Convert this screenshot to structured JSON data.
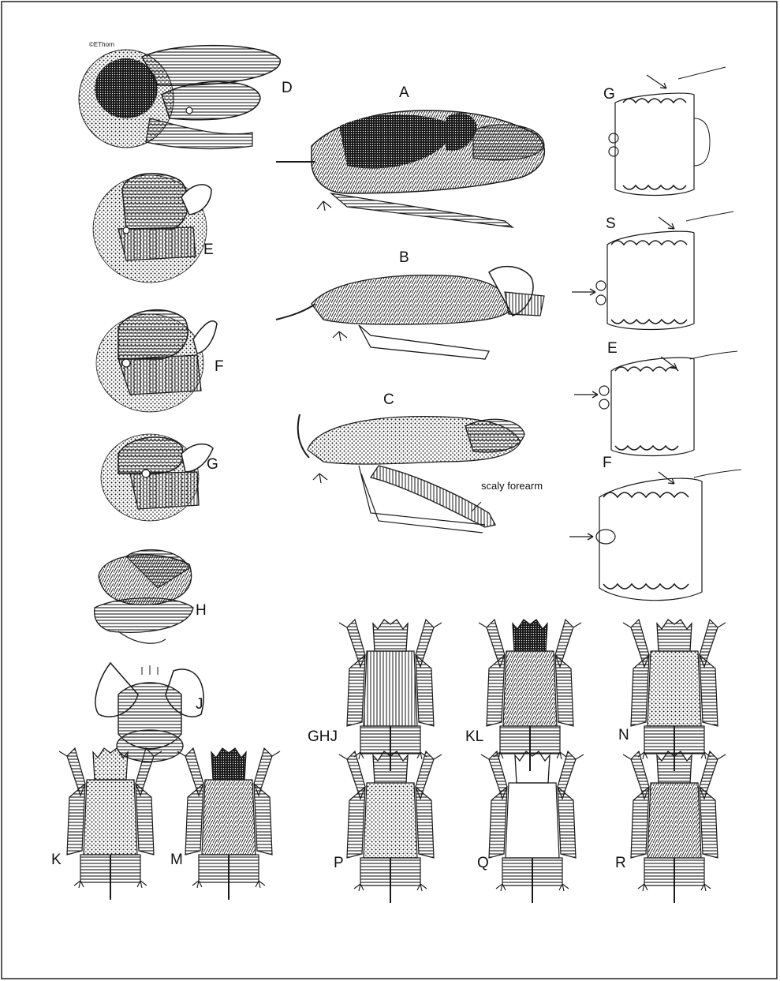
{
  "figure": {
    "sketch_labels": {
      "D": "D",
      "A": "A",
      "B": "B",
      "C": "C",
      "E": "E",
      "F": "F",
      "G": "G",
      "H": "H",
      "J": "J"
    },
    "annotation_scaly_forearm": "scaly forearm",
    "palate_labels": {
      "G": "G",
      "S": "S",
      "E": "E",
      "F": "F"
    },
    "body_labels": {
      "GHJ": "GHJ",
      "KL": "KL",
      "N": "N",
      "K": "K",
      "M": "M",
      "P": "P",
      "Q": "Q",
      "R": "R"
    },
    "artist_signature": "©EThorn"
  },
  "colors": {
    "ink": "#1a1a1a",
    "border": "#222222",
    "background": "#ffffff"
  }
}
